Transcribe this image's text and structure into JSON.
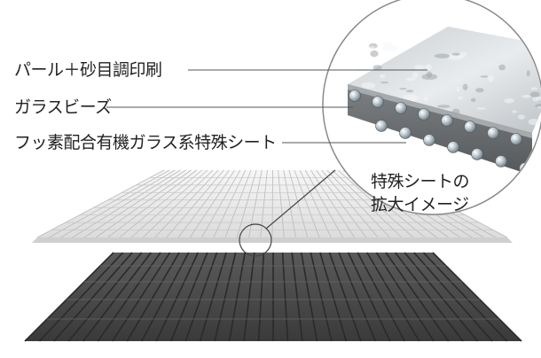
{
  "labels": {
    "top_coat": "パール＋砂目調印刷",
    "glass_beads": "ガラスビーズ",
    "sheet": "フッ素配合有機ガラス系特殊シート"
  },
  "magnifier_caption": {
    "line1": "特殊シートの",
    "line2": "拡大イメージ"
  },
  "colors": {
    "text": "#222222",
    "leader_line": "#555555",
    "base_tile": "#4a4a4a",
    "base_groove": "#2a2a2a",
    "sheet_tile": "#e8e8e8",
    "bead": "#9aa6ad",
    "magnifier_ring": "#8a8a8a"
  }
}
